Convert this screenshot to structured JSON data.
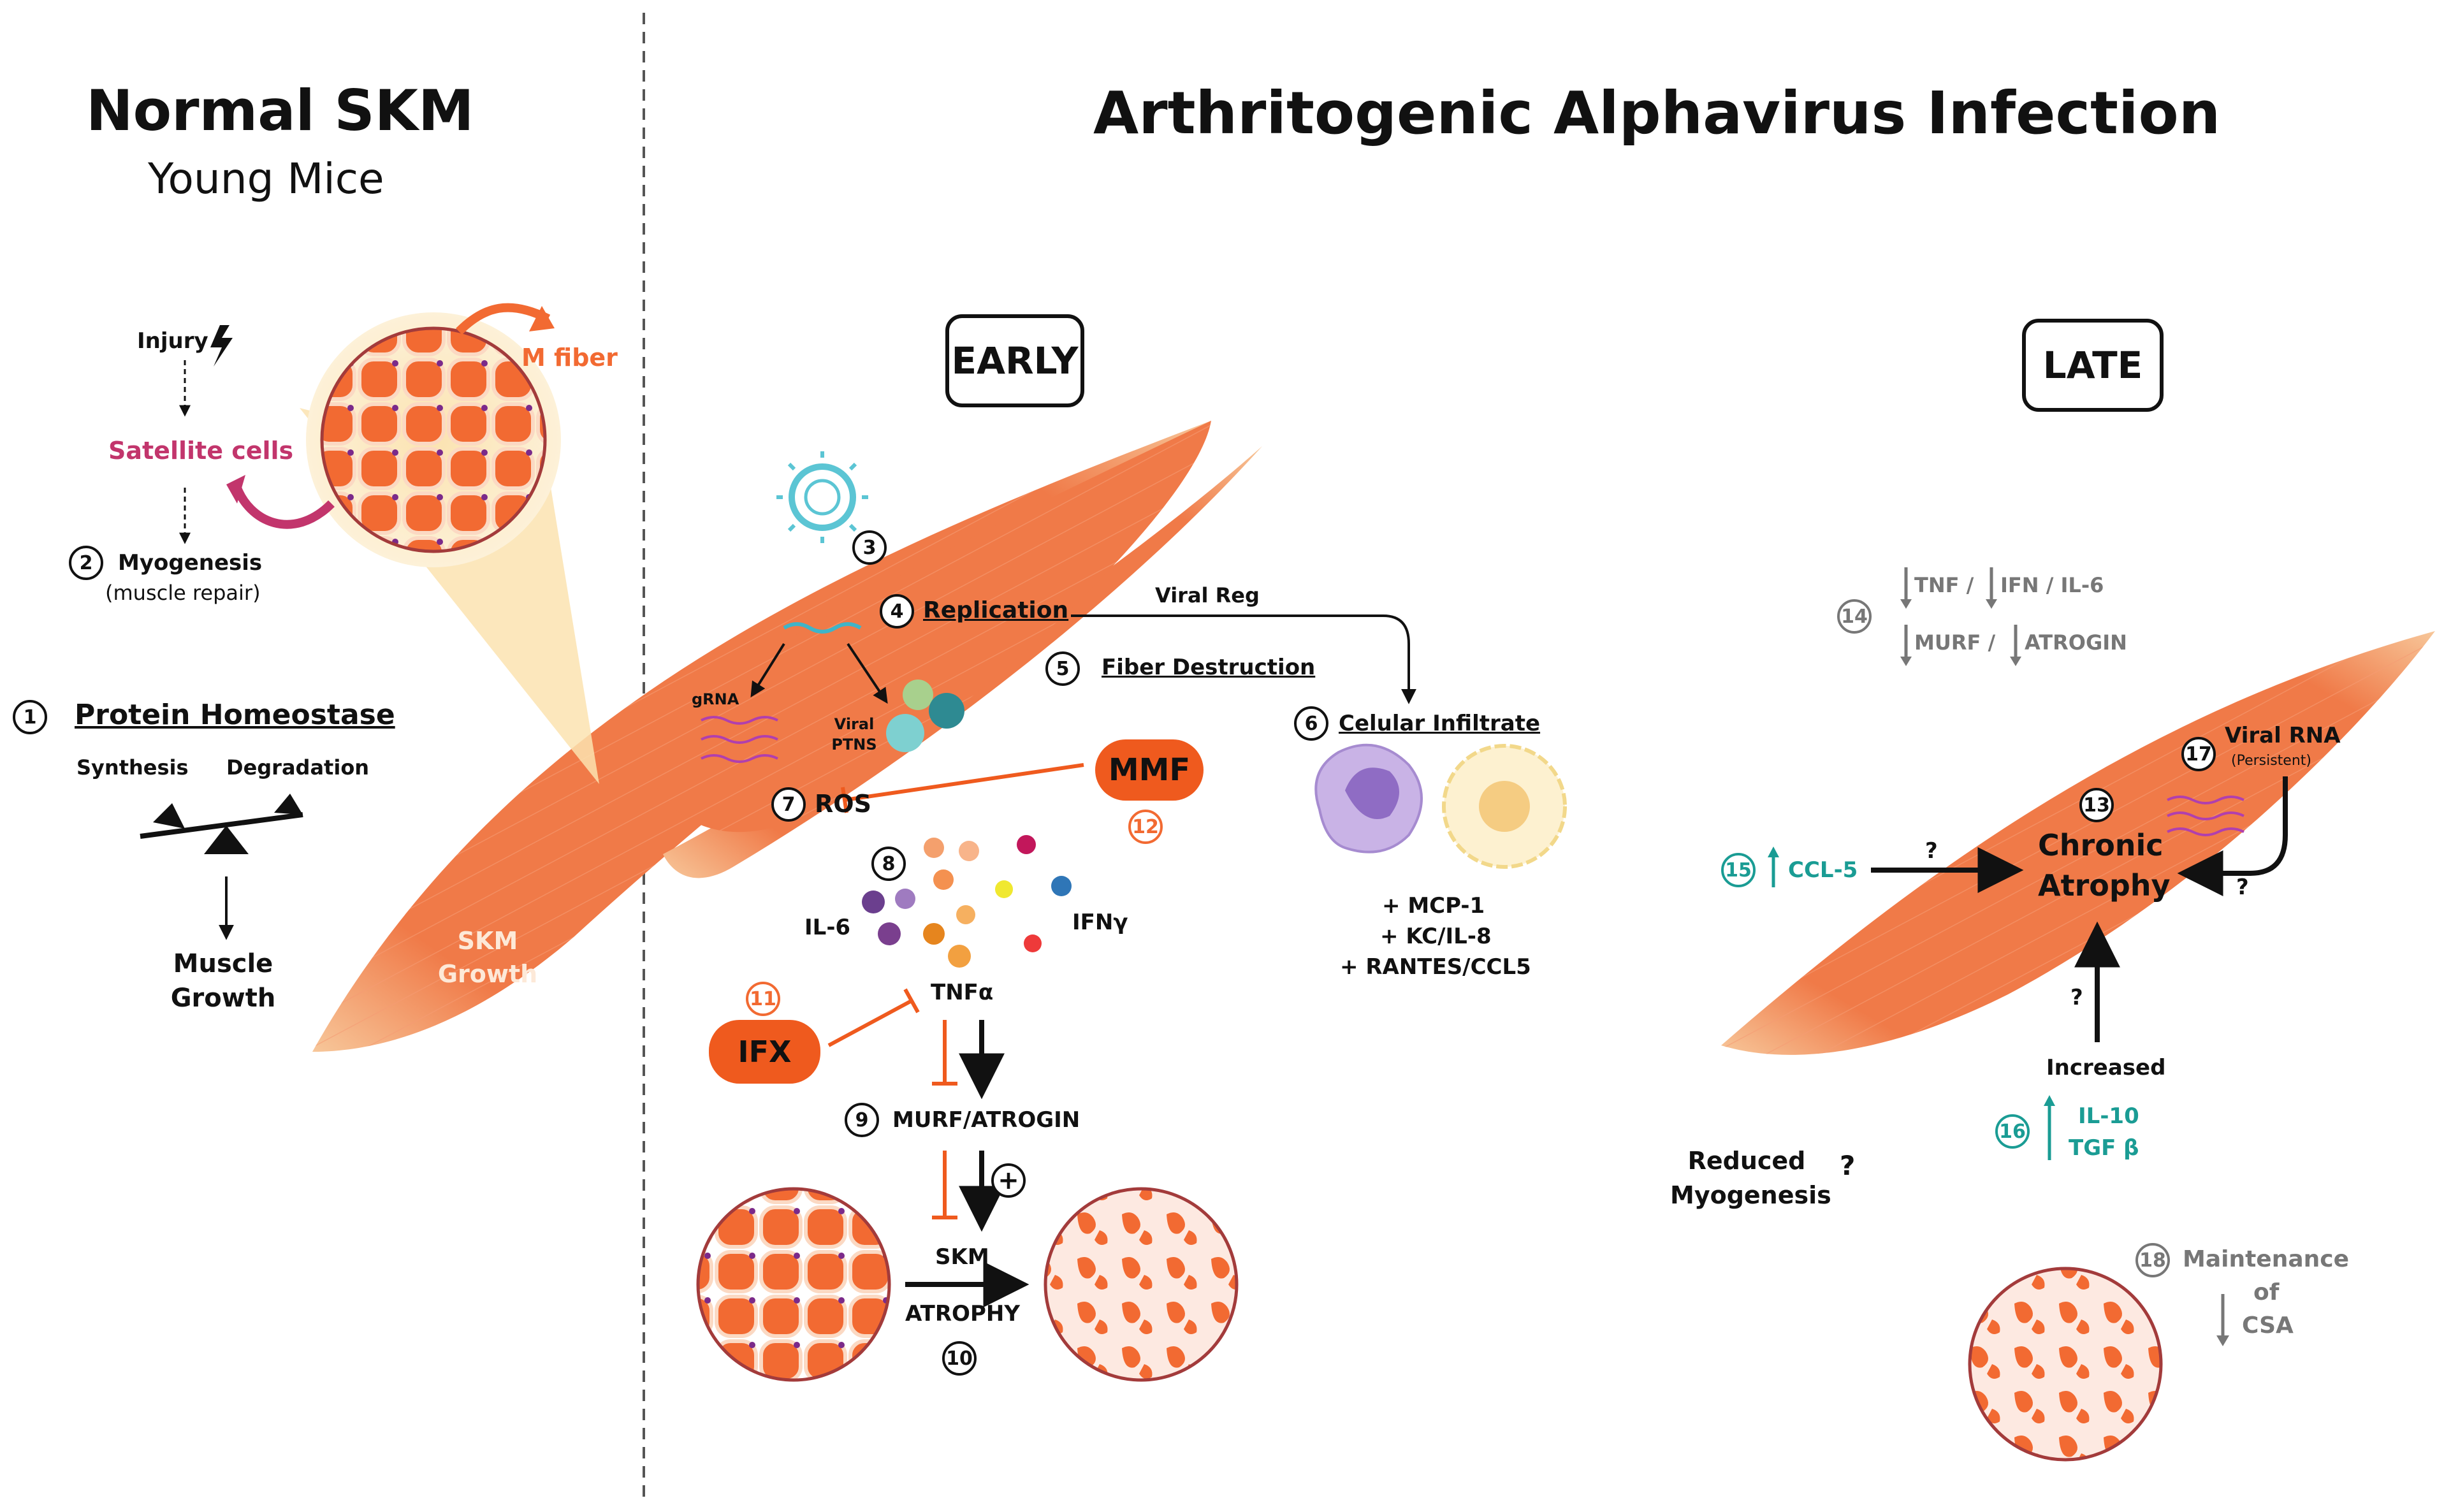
{
  "left": {
    "title": "Normal SKM",
    "subtitle": "Young Mice",
    "injury": "Injury",
    "satellite_cells": "Satellite cells",
    "m_fiber": "M fiber",
    "step2_num": "2",
    "myogenesis": "Myogenesis",
    "muscle_repair": "(muscle repair)",
    "step1_num": "1",
    "protein_homeostase": "Protein Homeostase",
    "synthesis": "Synthesis",
    "degradation": "Degradation",
    "muscle_growth": "Muscle Growth",
    "skm_growth": "SKM Growth"
  },
  "right": {
    "title": "Arthritogenic Alphavirus Infection"
  },
  "early": {
    "label": "EARLY",
    "n3": "3",
    "n4": "4",
    "replication": "Replication",
    "viral_reg": "Viral Reg",
    "n5": "5",
    "fiber_destruction": "Fiber Destruction",
    "n6": "6",
    "cellular_infiltrate": "Celular Infiltrate",
    "grna": "gRNA",
    "viral_ptns": "Viral PTNS",
    "mmf": "MMF",
    "n12": "12",
    "n7": "7",
    "ros": "ROS",
    "n8": "8",
    "il6": "IL-6",
    "ifng": "IFNγ",
    "mcp1": "+ MCP-1",
    "kc_il8": "+ KC/IL-8",
    "rantes": "+ RANTES/CCL5",
    "n11": "11",
    "ifx": "IFX",
    "tnfa": "TNFα",
    "n9": "9",
    "murf_atrogin": "MURF/ATROGIN",
    "plus": "+",
    "skm": "SKM",
    "atrophy": "ATROPHY",
    "n10": "10"
  },
  "late": {
    "label": "LATE",
    "n14": "14",
    "tnf_line": "TNF / ",
    "ifn_line": "IFN / IL-6",
    "murf_line": "MURF / ",
    "atrogin_line": "ATROGIN",
    "n17": "17",
    "viral_rna": "Viral RNA",
    "persistent": "(Persistent)",
    "n13": "13",
    "chronic": "Chronic",
    "atrophy": "Atrophy",
    "n15": "15",
    "ccl5": "CCL-5",
    "q1": "?",
    "q2": "?",
    "q3": "?",
    "increased": "Increased",
    "n16": "16",
    "il10": "IL-10",
    "tgfb": "TGF β",
    "reduced_myogenesis": "Reduced Myogenesis",
    "q4": "?",
    "n18": "18",
    "maintenance": "Maintenance",
    "of": "of",
    "csa": "CSA"
  },
  "colors": {
    "muscle": "#f26a32",
    "muscle_light": "#fbe3c2",
    "fiber": "#f26a32",
    "fiber_border": "#c0504d",
    "magenta": "#c2356c",
    "teal": "#1a9c94",
    "gray": "#777777",
    "purple_cell": "#b79cd9",
    "yellow_cell": "#f8e2a4"
  }
}
